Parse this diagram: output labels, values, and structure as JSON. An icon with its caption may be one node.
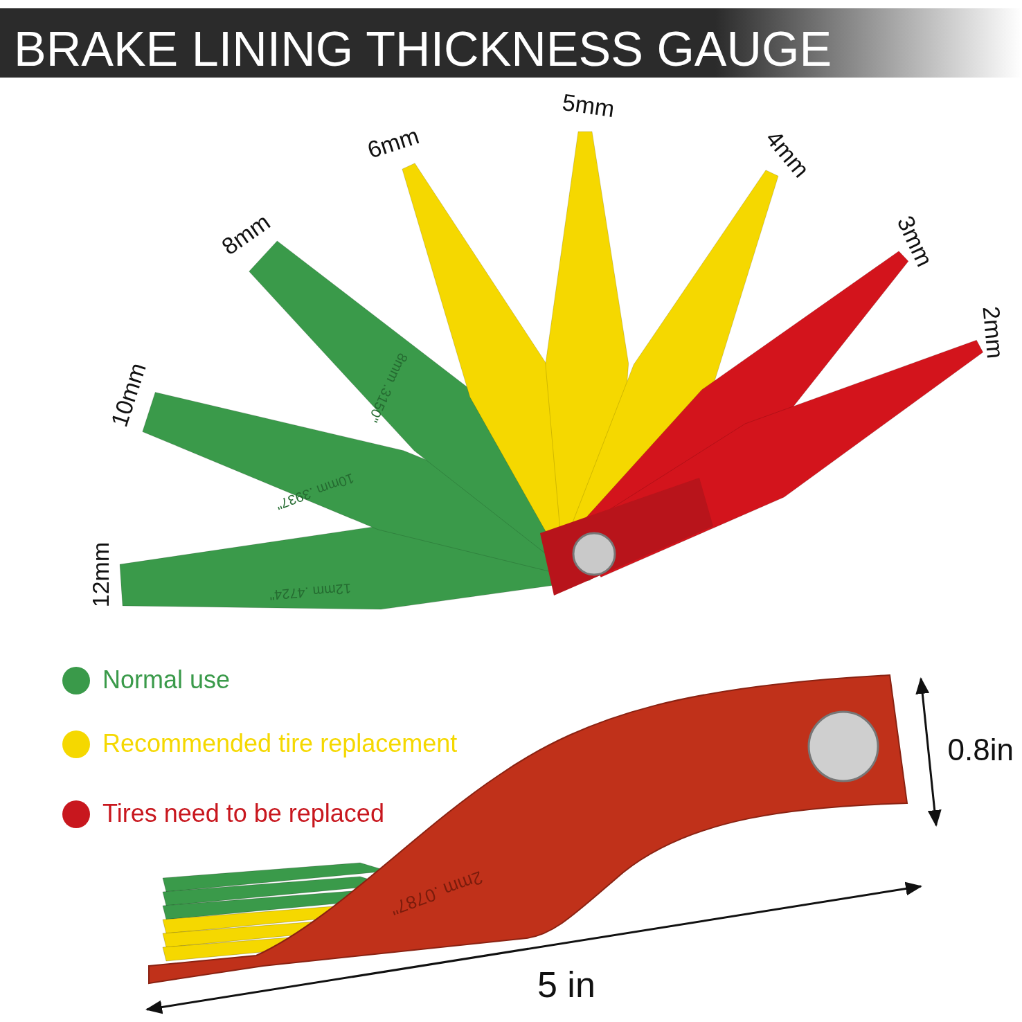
{
  "diagram": {
    "title": "BRAKE LINING THICKNESS GAUGE",
    "labels": [
      "5mm",
      "6mm",
      "4mm",
      "8mm",
      "3mm",
      "2mm",
      "10mm",
      "12mm",
      "8mm .3150\"",
      "10mm .3937\"",
      "12mm .4724\"",
      "0.8in",
      "2mm .0787\"",
      "5 in"
    ],
    "legend": [
      {
        "text": "Normal use",
        "color": "#3a9a4a"
      },
      {
        "text": "Recommended tire replacement",
        "color": "#f5d800"
      },
      {
        "text": "Tires need to be replaced",
        "color": "#c8171e"
      }
    ]
  }
}
